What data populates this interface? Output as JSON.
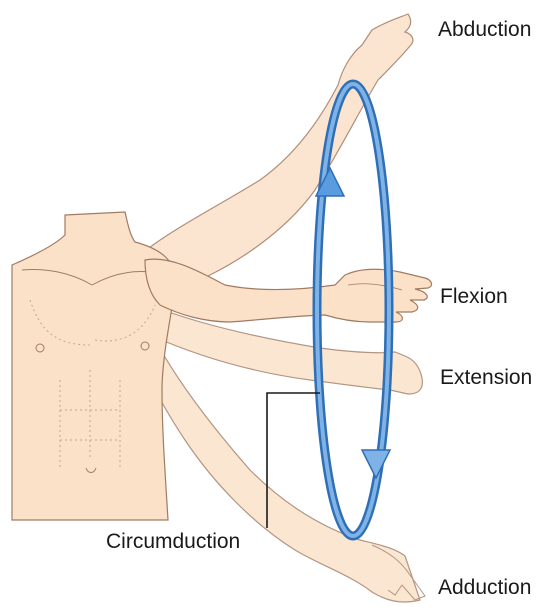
{
  "labels": {
    "abduction": "Abduction",
    "flexion": "Flexion",
    "extension": "Extension",
    "circumduction": "Circumduction",
    "adduction": "Adduction"
  },
  "colors": {
    "skin": "#fbe1c8",
    "skin_outline": "#a07b63",
    "ring_outer": "#2f6fb5",
    "ring_inner": "#7fb2e6",
    "arrow": "#5b9be0",
    "leader_line": "#1a1a1a",
    "text": "#1a1a1a"
  },
  "icons": {
    "up_arrow": "arrow-up-icon",
    "down_arrow": "arrow-down-icon"
  }
}
